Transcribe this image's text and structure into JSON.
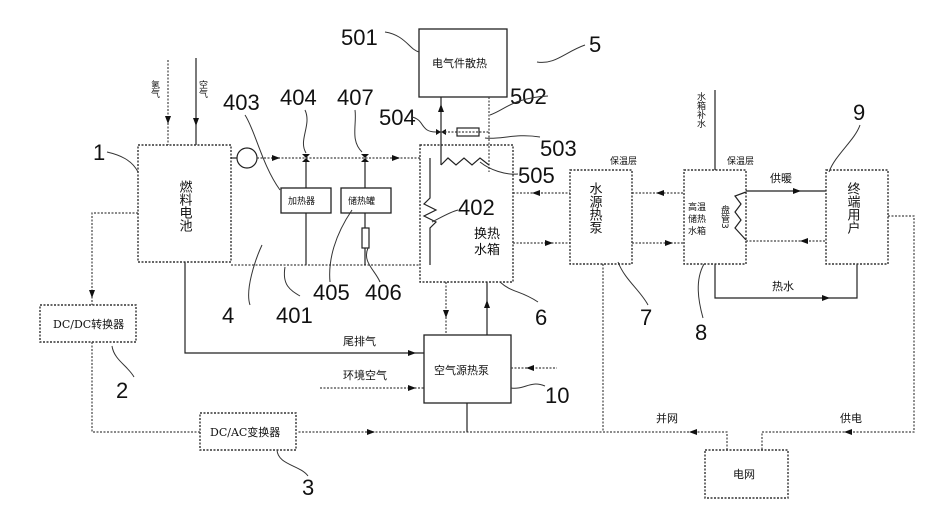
{
  "diagram": {
    "title": "燃料电池热电联供系统示意图",
    "components": {
      "fuel_cell": {
        "ref": "1",
        "label": "燃料电池"
      },
      "dcdc": {
        "ref": "2",
        "label": "DC/DC转换器"
      },
      "dcac": {
        "ref": "3",
        "label": "DC/AC变换器"
      },
      "cooling_loop": {
        "ref": "4"
      },
      "heater": {
        "ref": "403",
        "label": "加热器"
      },
      "storage_tank": {
        "ref": "405",
        "label": "储热罐"
      },
      "electrical_heat": {
        "ref": "501",
        "label": "电气件散热"
      },
      "electrical_group": {
        "ref": "5"
      },
      "exchange_tank": {
        "ref": "6",
        "label": "换热水箱"
      },
      "water_heat_pump": {
        "ref": "7",
        "label": "水源热泵"
      },
      "storage_water_tank": {
        "ref": "8",
        "label": "高温储热水箱"
      },
      "coil": {
        "label": "盘管3"
      },
      "end_user": {
        "ref": "9",
        "label": "终端用户"
      },
      "air_heat_pump": {
        "ref": "10",
        "label": "空气源热泵"
      },
      "grid": {
        "label": "电网"
      }
    },
    "refs": {
      "r401": "401",
      "r402": "402",
      "r404": "404",
      "r406": "406",
      "r407": "407",
      "r502": "502",
      "r503": "503",
      "r504": "504",
      "r505": "505"
    },
    "flow_labels": {
      "hydrogen": "氢气",
      "air": "空气",
      "insulation_1": "保温层",
      "insulation_2": "保温层",
      "makeup_water": "水箱补水",
      "heating_supply": "供暖",
      "hot_water": "热水",
      "tail_gas": "尾排气",
      "ambient_air": "环境空气",
      "grid_connect": "并网",
      "power_supply": "供电"
    }
  }
}
